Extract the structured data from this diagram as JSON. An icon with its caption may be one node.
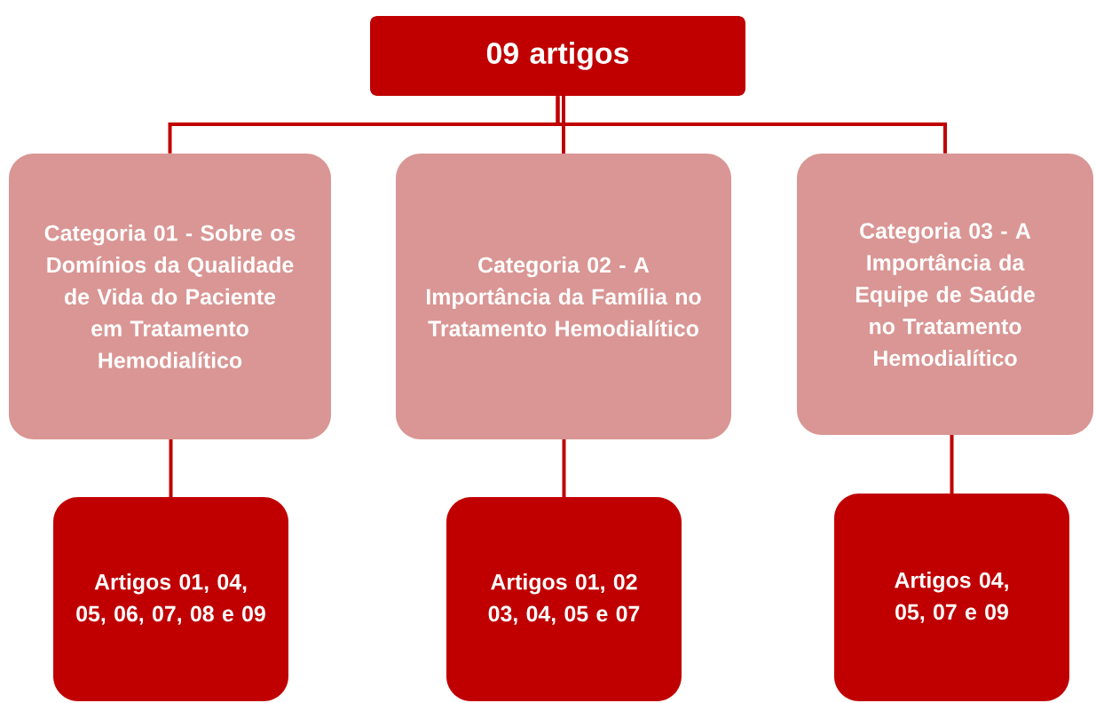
{
  "diagram": {
    "nodes": [
      {
        "text": [
          "09 artigos"
        ]
      },
      {
        "text": [
          "Categoria 01 - Sobre os Domínios da Qualidade de Vida do Paciente em Tratamento Hemodialítico"
        ]
      },
      {
        "text": [
          "Categoria 02 - A Importância da Família no Tratamento Hemodialítico"
        ]
      },
      {
        "text": [
          "Categoria 03 - A Importância da Equipe de Saúde no Tratamento Hemodialítico"
        ]
      },
      {
        "text": [
          "Artigos 01, 04, 05, 06, 07, 08 e 09"
        ]
      },
      {
        "text": [
          "Artigos 01, 02 03, 04, 05 e 07"
        ]
      },
      {
        "text": [
          "Artigos 04, 05, 07 e 09"
        ]
      }
    ],
    "edges": [
      {
        "from": 0,
        "to": 1,
        "arrow": "none"
      },
      {
        "from": 0,
        "to": 2,
        "arrow": "none"
      },
      {
        "from": 0,
        "to": 3,
        "arrow": "none"
      },
      {
        "from": 1,
        "to": 4,
        "arrow": "none"
      },
      {
        "from": 2,
        "to": 5,
        "arrow": "none"
      },
      {
        "from": 3,
        "to": 6,
        "arrow": "none"
      }
    ]
  }
}
